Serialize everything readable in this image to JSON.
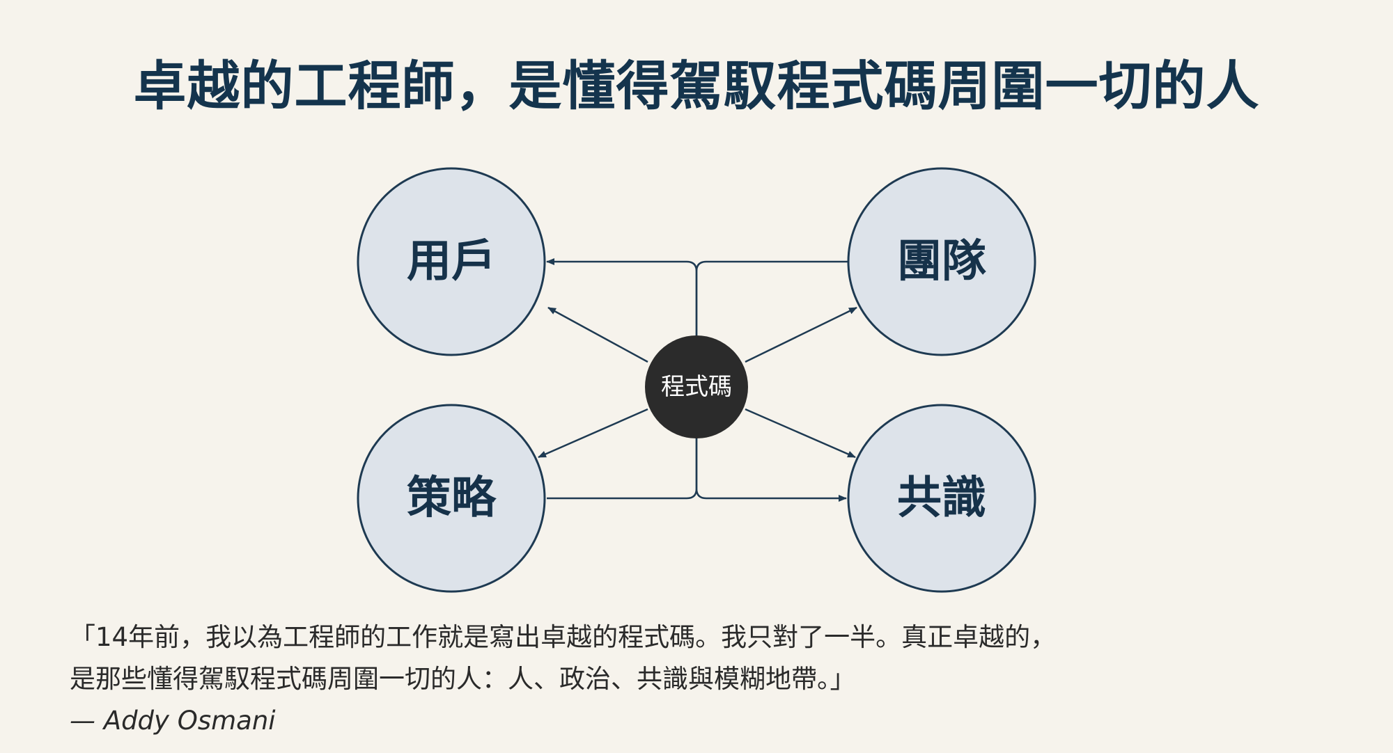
{
  "title": "卓越的工程師，是懂得駕馭程式碼周圍一切的人",
  "diagram": {
    "center": "程式碼",
    "nodes": {
      "top_left": "用戶",
      "top_right": "團隊",
      "bottom_left": "策略",
      "bottom_right": "共識"
    }
  },
  "colors": {
    "background": "#f6f3ec",
    "title": "#14344d",
    "node_fill": "#dde3ea",
    "node_stroke": "#1e3a52",
    "center_fill": "#2b2b2b",
    "arrow": "#1e3a52"
  },
  "quote": {
    "line1": "「14年前，我以為工程師的工作就是寫出卓越的程式碼。我只對了一半。真正卓越的，",
    "line2": "是那些懂得駕馭程式碼周圍一切的人：人、政治、共識與模糊地帶。」",
    "author": "— Addy Osmani"
  }
}
